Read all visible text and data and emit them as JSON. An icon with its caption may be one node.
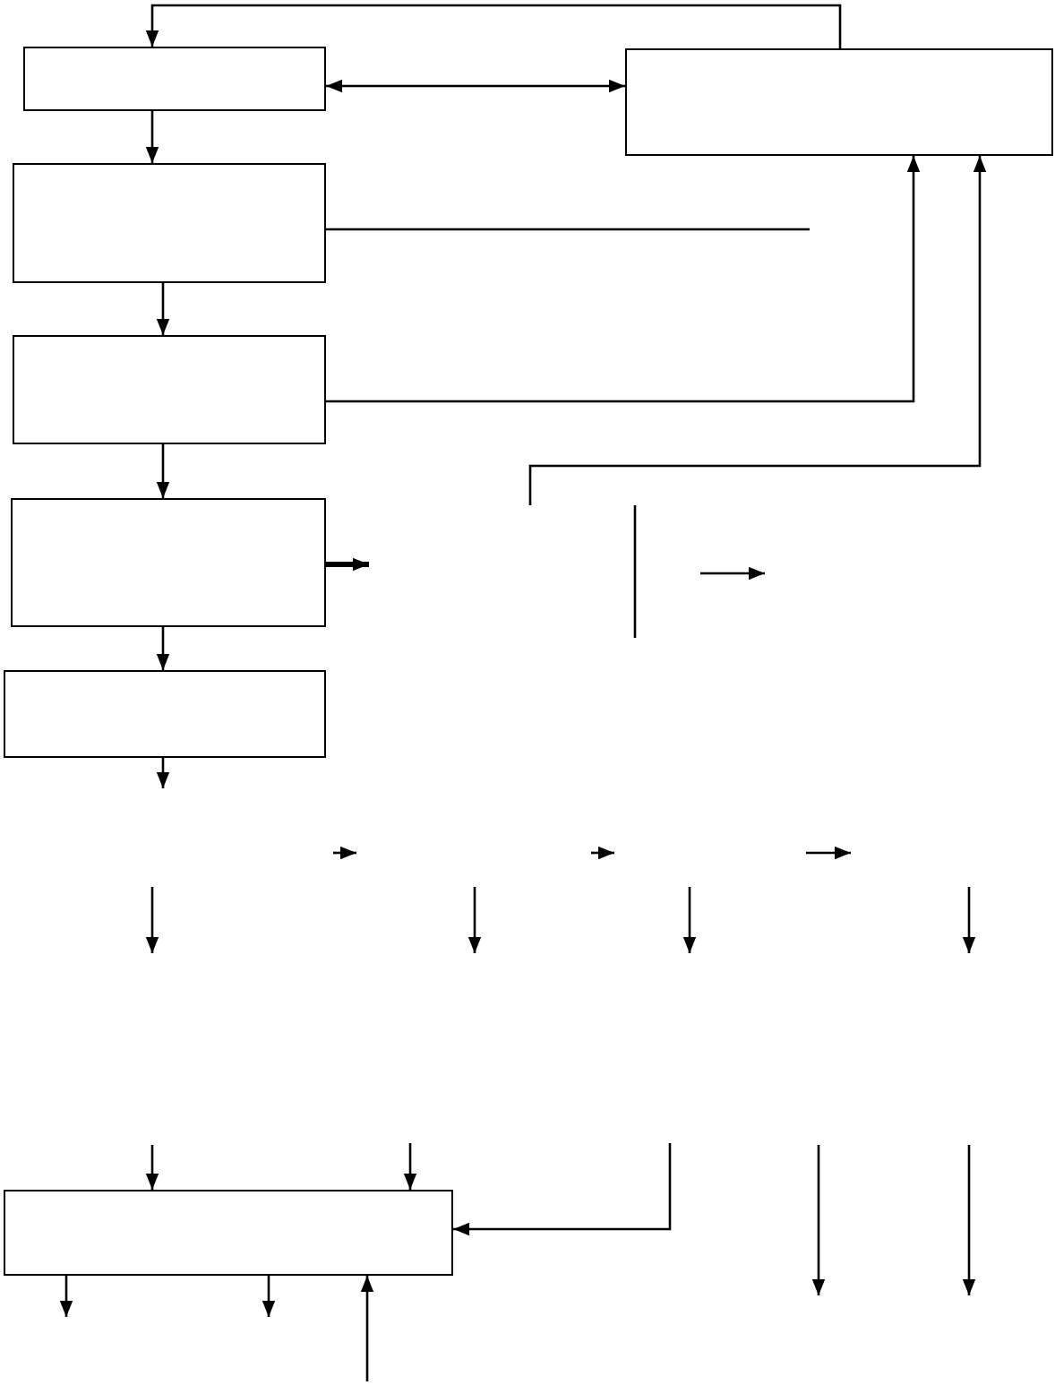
{
  "diagram": {
    "nodes": [
      {
        "text": [],
        "shape": "box"
      },
      {
        "text": [],
        "shape": "box"
      },
      {
        "text": [],
        "shape": "box"
      },
      {
        "text": [],
        "shape": "box"
      },
      {
        "text": [],
        "shape": "box"
      },
      {
        "text": [],
        "shape": "box"
      },
      {
        "text": [],
        "shape": "box"
      }
    ],
    "edges": [
      {
        "from": 1,
        "to": 0,
        "arrow": "to"
      },
      {
        "from": 0,
        "to": 1,
        "arrow": "both"
      },
      {
        "from": 0,
        "to": 2,
        "arrow": "to"
      },
      {
        "from": 2,
        "to": 3,
        "arrow": "to"
      },
      {
        "from": 3,
        "to": 4,
        "arrow": "to"
      },
      {
        "from": 4,
        "to": 5,
        "arrow": "to"
      },
      {
        "from": 5,
        "to": null,
        "arrow": "to"
      },
      {
        "from": 2,
        "to": null,
        "arrow": "none"
      },
      {
        "from": 3,
        "to": 1,
        "arrow": "to"
      },
      {
        "from": null,
        "to": 1,
        "arrow": "to"
      },
      {
        "from": 4,
        "to": null,
        "arrow": "to",
        "style": "thick"
      },
      {
        "from": null,
        "to": 6,
        "arrow": "to"
      },
      {
        "from": null,
        "to": 6,
        "arrow": "to"
      },
      {
        "from": null,
        "to": 6,
        "arrow": "to"
      },
      {
        "from": 6,
        "to": null,
        "arrow": "to"
      },
      {
        "from": 6,
        "to": null,
        "arrow": "to"
      },
      {
        "from": null,
        "to": 6,
        "arrow": "to"
      }
    ]
  }
}
